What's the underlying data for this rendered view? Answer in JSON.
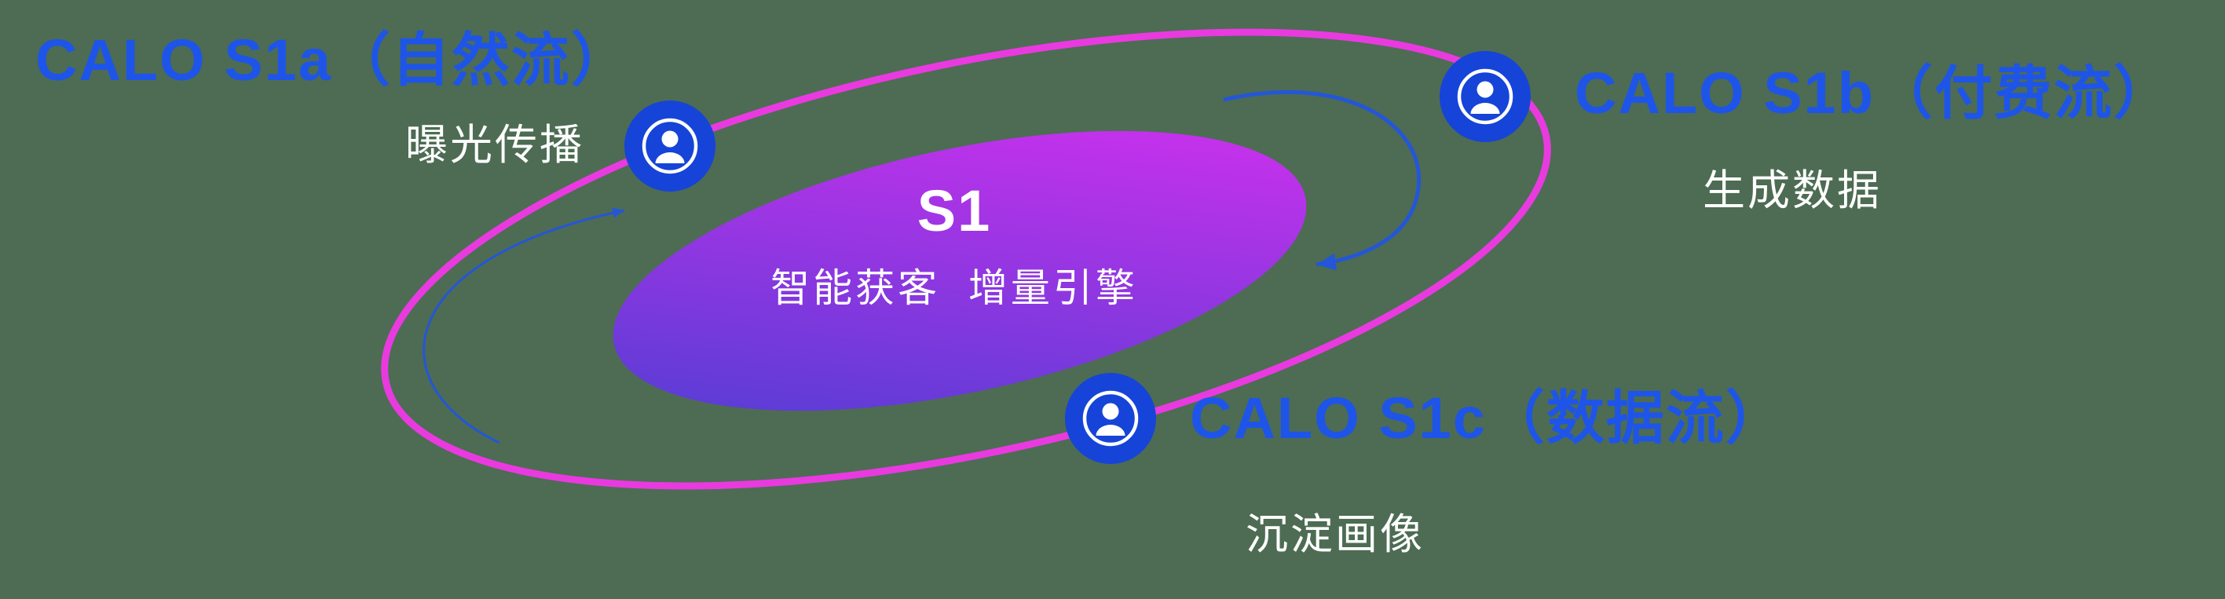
{
  "colors": {
    "bg": "#4d6c53",
    "accent": "#1e55e8",
    "node": "#1644d8",
    "orbit": "#e93ae0",
    "arrow": "#2456d8",
    "grad-start": "#4a3ed2",
    "grad-end": "#d92ff0",
    "text-light": "#ffffff"
  },
  "center": {
    "title": "S1",
    "subtitle": "智能获客  增量引擎"
  },
  "labels": {
    "s1a": {
      "title": "CALO S1a（自然流）",
      "subtitle": "曝光传播"
    },
    "s1b": {
      "title": "CALO S1b（付费流）",
      "subtitle": "生成数据"
    },
    "s1c": {
      "title": "CALO S1c（数据流）",
      "subtitle": "沉淀画像"
    }
  },
  "icons": {
    "node_icon": "person-in-circle"
  }
}
